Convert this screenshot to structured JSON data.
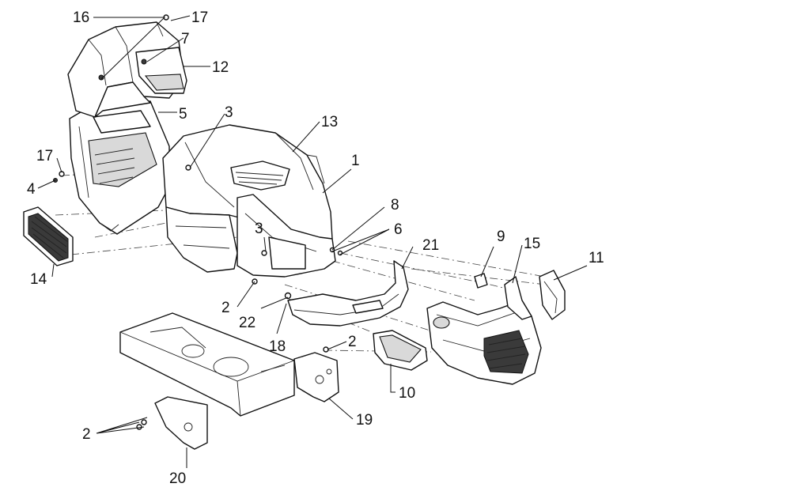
{
  "callouts": [
    {
      "key": "16",
      "text": "16"
    },
    {
      "key": "17a",
      "text": "17"
    },
    {
      "key": "7",
      "text": "7"
    },
    {
      "key": "12",
      "text": "12"
    },
    {
      "key": "5",
      "text": "5"
    },
    {
      "key": "3a",
      "text": "3"
    },
    {
      "key": "13",
      "text": "13"
    },
    {
      "key": "17b",
      "text": "17"
    },
    {
      "key": "1",
      "text": "1"
    },
    {
      "key": "4",
      "text": "4"
    },
    {
      "key": "8",
      "text": "8"
    },
    {
      "key": "6",
      "text": "6"
    },
    {
      "key": "3b",
      "text": "3"
    },
    {
      "key": "9",
      "text": "9"
    },
    {
      "key": "15",
      "text": "15"
    },
    {
      "key": "21",
      "text": "21"
    },
    {
      "key": "11",
      "text": "11"
    },
    {
      "key": "14",
      "text": "14"
    },
    {
      "key": "2a",
      "text": "2"
    },
    {
      "key": "22",
      "text": "22"
    },
    {
      "key": "18",
      "text": "18"
    },
    {
      "key": "2b",
      "text": "2"
    },
    {
      "key": "10",
      "text": "10"
    },
    {
      "key": "19",
      "text": "19"
    },
    {
      "key": "2c",
      "text": "2"
    },
    {
      "key": "20",
      "text": "20"
    }
  ]
}
